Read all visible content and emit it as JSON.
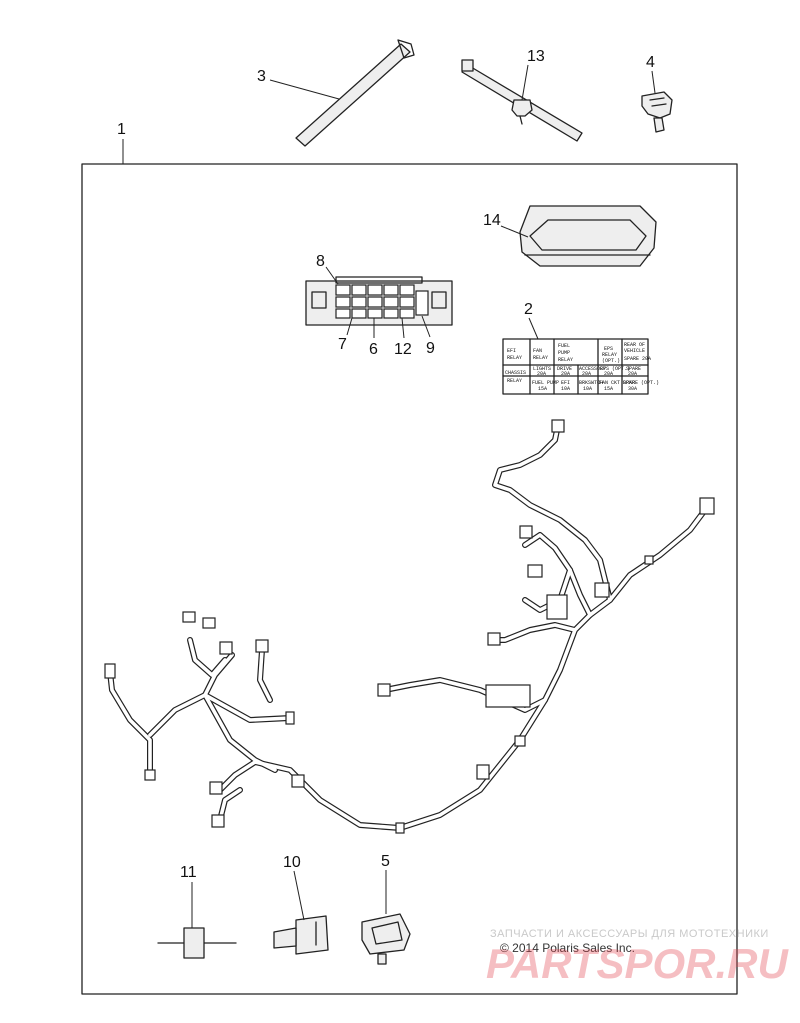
{
  "callouts": {
    "c1": "1",
    "c2": "2",
    "c3": "3",
    "c4": "4",
    "c5": "5",
    "c6": "6",
    "c7": "7",
    "c8": "8",
    "c9": "9",
    "c10": "10",
    "c11": "11",
    "c12": "12",
    "c13": "13",
    "c14": "14"
  },
  "fuse_label": {
    "r1": [
      "EFI",
      "FAN",
      "FUEL",
      "EPS",
      "REAR OF"
    ],
    "r2": [
      "RELAY",
      "RELAY",
      "PUMP",
      "RELAY",
      "VEHICLE"
    ],
    "r3": [
      "",
      "",
      "RELAY",
      "(OPT.)",
      "SPARE 20A"
    ],
    "r4": [
      "CHASSIS",
      "LIGHTS",
      "DRIVE",
      "ACCESSORY",
      "EPS (OPT.)",
      "SPARE"
    ],
    "r5": [
      "RELAY",
      "20A",
      "20A",
      "20A",
      "20A",
      "20A"
    ],
    "r6": [
      "",
      "FUEL PUMP",
      "EFI",
      "BRKSWTCH",
      "FAN CKT BRKR",
      "SPARE (OPT.)"
    ],
    "r7": [
      "",
      "15A",
      "10A",
      "10A",
      "15A",
      "30A"
    ]
  },
  "watermark": {
    "small": "ЗАПЧАСТИ И АКСЕССУАРЫ ДЛЯ МОТОТЕХНИКИ",
    "big": "PARTSPOR.RU"
  },
  "copyright": "© 2014 Polaris Sales Inc.",
  "colors": {
    "ink": "#222222",
    "watermark": "#e14650"
  }
}
